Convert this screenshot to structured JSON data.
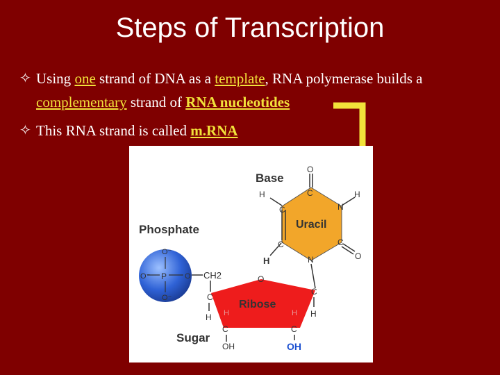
{
  "slide": {
    "title": "Steps of Transcription",
    "bullet_marker": "✧",
    "bullet1": {
      "p1": "Using ",
      "w_one": "one",
      "p2": " strand of DNA as a ",
      "w_template": "template",
      "p3": ", RNA polymerase builds a",
      "w_complementary": "complementary",
      "p4": " strand of ",
      "w_nucleotides": "RNA nucleotides"
    },
    "bullet2": {
      "p1": "This RNA strand is called ",
      "w_mrna": "m.RNA"
    }
  },
  "diagram": {
    "base_label": "Base",
    "uracil_label": "Uracil",
    "phosphate_label": "Phosphate",
    "ribose_label": "Ribose",
    "sugar_label": "Sugar",
    "atom_O": "O",
    "atom_O_minus": "O⁻",
    "atom_P": "P",
    "atom_C": "C",
    "atom_N": "N",
    "atom_H": "H",
    "atom_CH2": "CH2",
    "atom_OH": "OH",
    "colors": {
      "background": "#7f0000",
      "highlight": "#f2e23a",
      "phosphate": "#2f62d6",
      "uracil": "#f2a62a",
      "ribose": "#ee1c1c",
      "oh_blue": "#1a4fd0"
    }
  }
}
